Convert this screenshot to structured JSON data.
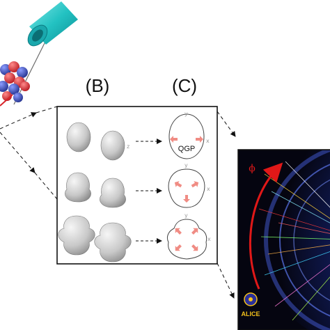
{
  "panel_labels": {
    "b": "(B)",
    "c": "(C)"
  },
  "qgp_label": "QGP",
  "axis_labels": {
    "x": "x",
    "y": "y",
    "z": "z"
  },
  "phi_symbol": "ϕ",
  "alice_logo_text": "ALICE",
  "colors": {
    "beam_pipe": "#2ec9c9",
    "arrow_pink": "#f08c84",
    "phi_arrow": "#e01818",
    "nucleus_red": "#d8242a",
    "nucleus_blue": "#2c3fa8",
    "event_bg": "#050510"
  },
  "icons": [
    "beam-pipe-icon",
    "nucleus-icon",
    "nucleus-shape-icon",
    "qgp-flow-icon",
    "alice-logo-icon"
  ]
}
